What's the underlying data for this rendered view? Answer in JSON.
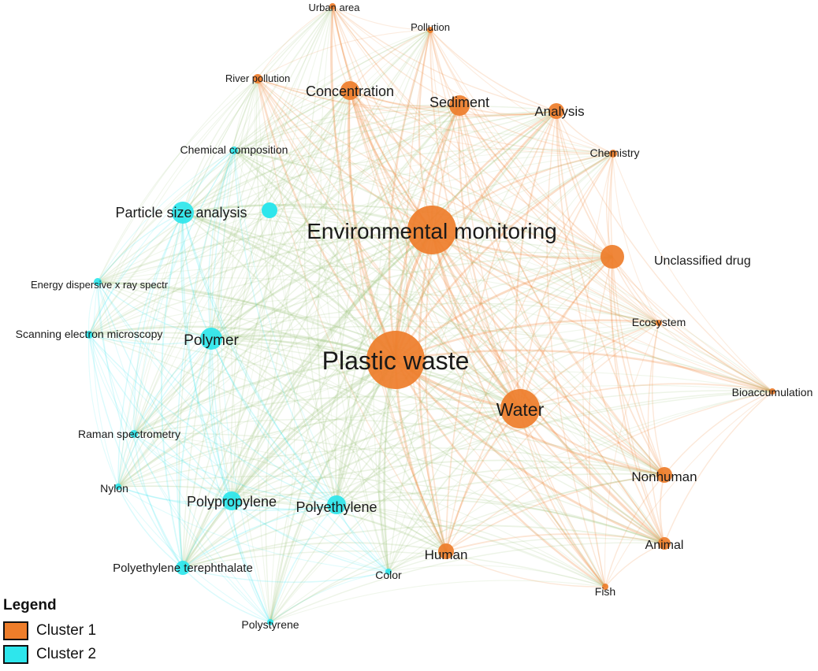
{
  "legend": {
    "title": "Legend",
    "items": [
      {
        "label": "Cluster 1",
        "color": "#ee7d2a"
      },
      {
        "label": "Cluster 2",
        "color": "#2ee6ec"
      }
    ]
  },
  "nodes": [
    {
      "id": "urban-area",
      "label": "Urban area",
      "cluster": 1,
      "size": "tiny"
    },
    {
      "id": "pollution",
      "label": "Pollution",
      "cluster": 1,
      "size": "tiny"
    },
    {
      "id": "river-pollution",
      "label": "River pollution",
      "cluster": 1,
      "size": "tiny"
    },
    {
      "id": "concentration",
      "label": "Concentration",
      "cluster": 1,
      "size": "small"
    },
    {
      "id": "sediment",
      "label": "Sediment",
      "cluster": 1,
      "size": "small"
    },
    {
      "id": "analysis",
      "label": "Analysis",
      "cluster": 1,
      "size": "small"
    },
    {
      "id": "chemistry",
      "label": "Chemistry",
      "cluster": 1,
      "size": "tiny"
    },
    {
      "id": "environmental-monitoring",
      "label": "Environmental monitoring",
      "cluster": 1,
      "size": "large"
    },
    {
      "id": "unclassified-drug",
      "label": "Unclassified drug",
      "cluster": 1,
      "size": "small"
    },
    {
      "id": "ecosystem",
      "label": "Ecosystem",
      "cluster": 1,
      "size": "tiny"
    },
    {
      "id": "bioaccumulation",
      "label": "Bioaccumulation",
      "cluster": 1,
      "size": "tiny"
    },
    {
      "id": "plastic-waste",
      "label": "Plastic waste",
      "cluster": 1,
      "size": "xlarge"
    },
    {
      "id": "water",
      "label": "Water",
      "cluster": 1,
      "size": "medium"
    },
    {
      "id": "nonhuman",
      "label": "Nonhuman",
      "cluster": 1,
      "size": "small"
    },
    {
      "id": "animal",
      "label": "Animal",
      "cluster": 1,
      "size": "small"
    },
    {
      "id": "human",
      "label": "Human",
      "cluster": 1,
      "size": "small"
    },
    {
      "id": "fish",
      "label": "Fish",
      "cluster": 1,
      "size": "tiny"
    },
    {
      "id": "chemical-composition",
      "label": "Chemical composition",
      "cluster": 2,
      "size": "tiny"
    },
    {
      "id": "particle-size-analysis",
      "label": "Particle size analysis",
      "cluster": 2,
      "size": "small"
    },
    {
      "id": "energy-dispersive",
      "label": "Energy dispersive x ray spectr",
      "cluster": 2,
      "size": "tiny"
    },
    {
      "id": "sem",
      "label": "Scanning electron microscopy",
      "cluster": 2,
      "size": "tiny"
    },
    {
      "id": "polymer",
      "label": "Polymer",
      "cluster": 2,
      "size": "small"
    },
    {
      "id": "raman",
      "label": "Raman spectrometry",
      "cluster": 2,
      "size": "tiny"
    },
    {
      "id": "nylon",
      "label": "Nylon",
      "cluster": 2,
      "size": "tiny"
    },
    {
      "id": "polypropylene",
      "label": "Polypropylene",
      "cluster": 2,
      "size": "small"
    },
    {
      "id": "polyethylene",
      "label": "Polyethylene",
      "cluster": 2,
      "size": "small"
    },
    {
      "id": "pet",
      "label": "Polyethylene terephthalate",
      "cluster": 2,
      "size": "small"
    },
    {
      "id": "color",
      "label": "Color",
      "cluster": 2,
      "size": "tiny"
    },
    {
      "id": "polystyrene",
      "label": "Polystyrene",
      "cluster": 2,
      "size": "tiny"
    }
  ]
}
